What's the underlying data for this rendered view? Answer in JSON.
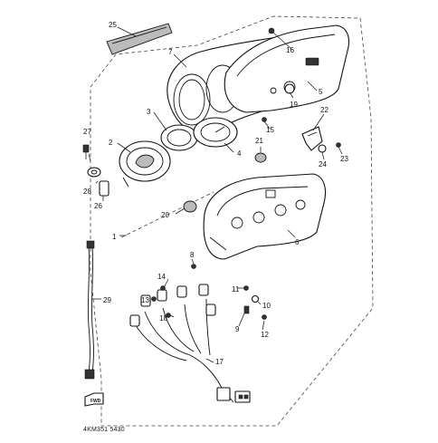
{
  "callouts": {
    "c1": "1",
    "c2": "2",
    "c3": "3",
    "c4": "4",
    "c5": "5",
    "c6": "6",
    "c7": "7",
    "c8": "8",
    "c9": "9",
    "c10": "10",
    "c11": "11",
    "c12": "12",
    "c13": "13",
    "c14": "14",
    "c15": "15",
    "c16": "16",
    "c17": "17",
    "c18": "18",
    "c19": "19",
    "c20": "20",
    "c21": "21",
    "c22": "22",
    "c23": "23",
    "c24": "24",
    "c25": "25",
    "c26": "26",
    "c27": "27",
    "c28": "28",
    "c29": "29"
  },
  "drawing_code": "4KM351 5430",
  "fwd_label": "FWD"
}
